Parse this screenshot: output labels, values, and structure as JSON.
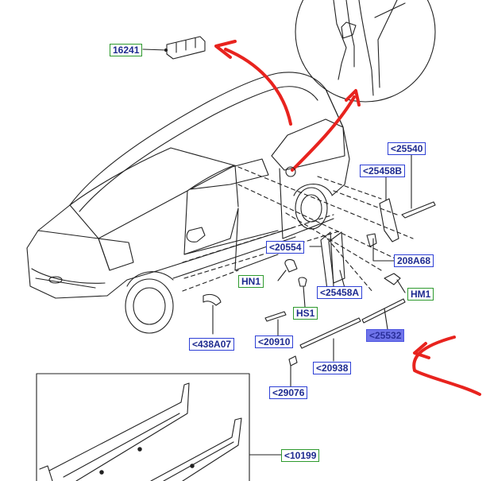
{
  "labels": {
    "p16241": "16241",
    "p25540": "<25540",
    "p25458b": "<25458B",
    "p20554": "<20554",
    "p208a68": "208A68",
    "hn1": "HN1",
    "p25458a": "<25458A",
    "hm1": "HM1",
    "hs1": "HS1",
    "p438a07": "<438A07",
    "p20910": "<20910",
    "p25532": "<25532",
    "p20938": "<20938",
    "p29076": "<29076",
    "p10199": "<10199"
  },
  "colors": {
    "label_border_blue": "#2d3fd6",
    "label_border_green": "#2e9a2e",
    "label_text": "#1d2a8f",
    "highlight_fill": "#6f74ea",
    "arrow_red": "#e8231e",
    "line_art": "#222222"
  }
}
